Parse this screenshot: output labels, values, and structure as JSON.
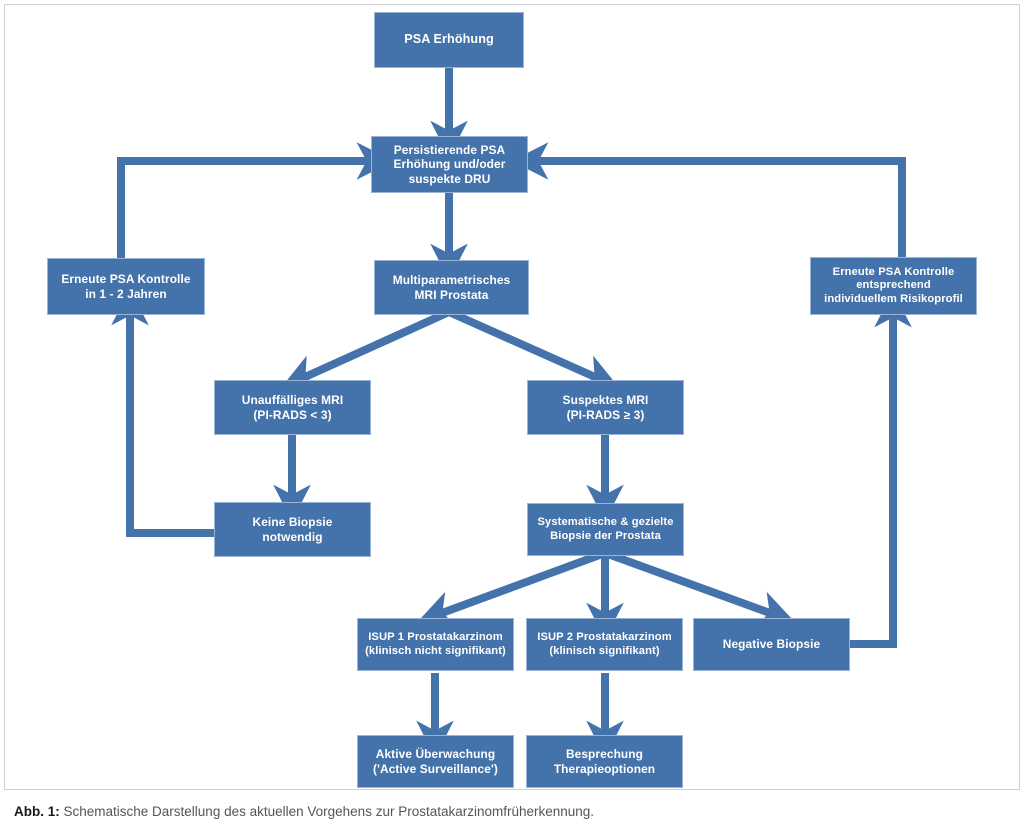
{
  "figure": {
    "caption_label": "Abb. 1:",
    "caption_text": " Schematische Darstellung des aktuellen Vorgehens zur Prostatakarzinomfrüherkennung.",
    "accent_color": "#4472aa",
    "node_border_color": "#9bb3d4",
    "frame_border_color": "#cfcfcf",
    "background_color": "#ffffff",
    "text_color": "#ffffff"
  },
  "chart_data": {
    "type": "diagram",
    "title": "Schematische Darstellung des aktuellen Vorgehens zur Prostatakarzinomfrüherkennung",
    "nodes": [
      {
        "id": "psa_erhoehung",
        "label": "PSA Erhöhung"
      },
      {
        "id": "persistierend",
        "label": "Persistierende PSA\nErhöhung und/oder\nsuspekte DRU"
      },
      {
        "id": "erneute_links",
        "label": "Erneute PSA Kontrolle\nin 1 - 2 Jahren"
      },
      {
        "id": "mri_prostata",
        "label": "Multiparametrisches\nMRI Prostata"
      },
      {
        "id": "erneute_rechts",
        "label": "Erneute PSA Kontrolle\nentsprechend\nindividuellem Risikoprofil"
      },
      {
        "id": "mri_unauffaellig",
        "label": "Unauffälliges MRI\n(PI-RADS < 3)"
      },
      {
        "id": "mri_suspekt",
        "label": "Suspektes MRI\n(PI-RADS ≥ 3)"
      },
      {
        "id": "keine_biopsie",
        "label": "Keine Biopsie\nnotwendig"
      },
      {
        "id": "biopsie",
        "label": "Systematische & gezielte\nBiopsie der Prostata"
      },
      {
        "id": "isup1",
        "label": "ISUP 1 Prostatakarzinom\n(klinisch nicht signifikant)"
      },
      {
        "id": "isup2",
        "label": "ISUP 2 Prostatakarzinom\n(klinisch signifikant)"
      },
      {
        "id": "negative_biopsie",
        "label": "Negative Biopsie"
      },
      {
        "id": "aktive_ueberwachung",
        "label": "Aktive Überwachung\n('Active Surveillance')"
      },
      {
        "id": "besprechung",
        "label": "Besprechung\nTherapieoptionen"
      }
    ],
    "edges": [
      {
        "from": "psa_erhoehung",
        "to": "persistierend"
      },
      {
        "from": "persistierend",
        "to": "mri_prostata"
      },
      {
        "from": "mri_prostata",
        "to": "mri_unauffaellig"
      },
      {
        "from": "mri_prostata",
        "to": "mri_suspekt"
      },
      {
        "from": "mri_unauffaellig",
        "to": "keine_biopsie"
      },
      {
        "from": "mri_suspekt",
        "to": "biopsie"
      },
      {
        "from": "keine_biopsie",
        "to": "erneute_links"
      },
      {
        "from": "erneute_links",
        "to": "persistierend"
      },
      {
        "from": "biopsie",
        "to": "isup1"
      },
      {
        "from": "biopsie",
        "to": "isup2"
      },
      {
        "from": "biopsie",
        "to": "negative_biopsie"
      },
      {
        "from": "isup1",
        "to": "aktive_ueberwachung"
      },
      {
        "from": "isup2",
        "to": "besprechung"
      },
      {
        "from": "negative_biopsie",
        "to": "erneute_rechts"
      },
      {
        "from": "erneute_rechts",
        "to": "persistierend"
      }
    ]
  }
}
